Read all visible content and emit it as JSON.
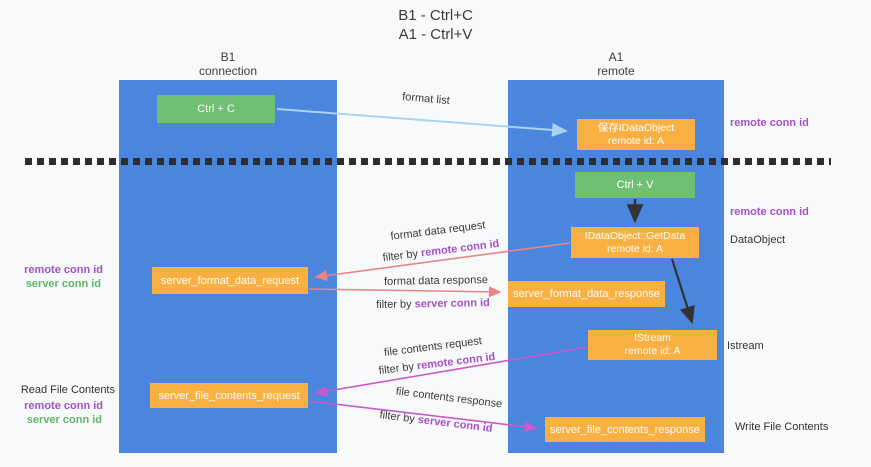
{
  "title": {
    "line1": "B1 - Ctrl+C",
    "line2": "A1 - Ctrl+V"
  },
  "columns": {
    "left": {
      "name": "B1",
      "role": "connection"
    },
    "right": {
      "name": "A1",
      "role": "remote"
    }
  },
  "boxes": {
    "ctrl_c": "Ctrl + C",
    "ctrl_v": "Ctrl + V",
    "save_idataobject": {
      "line1": "保存IDataObject",
      "line2": "remote id: A"
    },
    "idataobject_getdata": {
      "line1": "IDataObject::GetData",
      "line2": "remote id: A"
    },
    "istream": {
      "line1": "IStream",
      "line2": "remote id: A"
    },
    "server_format_data_request": "server_format_data_request",
    "server_format_data_response": "server_format_data_response",
    "server_file_contents_request": "server_file_contents_request",
    "server_file_contents_response": "server_file_contents_response"
  },
  "arrow_labels": {
    "format_list": "format list",
    "format_data_request": "format data request",
    "format_data_response": "format data response",
    "file_contents_request": "file contents request",
    "file_contents_response": "file contents response",
    "filter_by": "filter by ",
    "remote_conn_id": "remote conn id",
    "server_conn_id": "server conn id"
  },
  "side_labels": {
    "remote_conn_id": "remote conn id",
    "server_conn_id": "server conn id",
    "dataobject": "DataObject",
    "istream": "Istream",
    "read_file_contents": "Read File Contents",
    "write_file_contents": "Write File Contents"
  },
  "colors": {
    "lane_blue": "#4a86dd",
    "box_green": "#6fc073",
    "box_orange": "#f9b042",
    "arrow_light_blue": "#a9d3f2",
    "arrow_red": "#e88585",
    "arrow_magenta": "#cb59cb",
    "arrow_black": "#333333",
    "label_purple": "#a352c5",
    "label_green": "#5fb766",
    "background": "#f8f9fa"
  }
}
